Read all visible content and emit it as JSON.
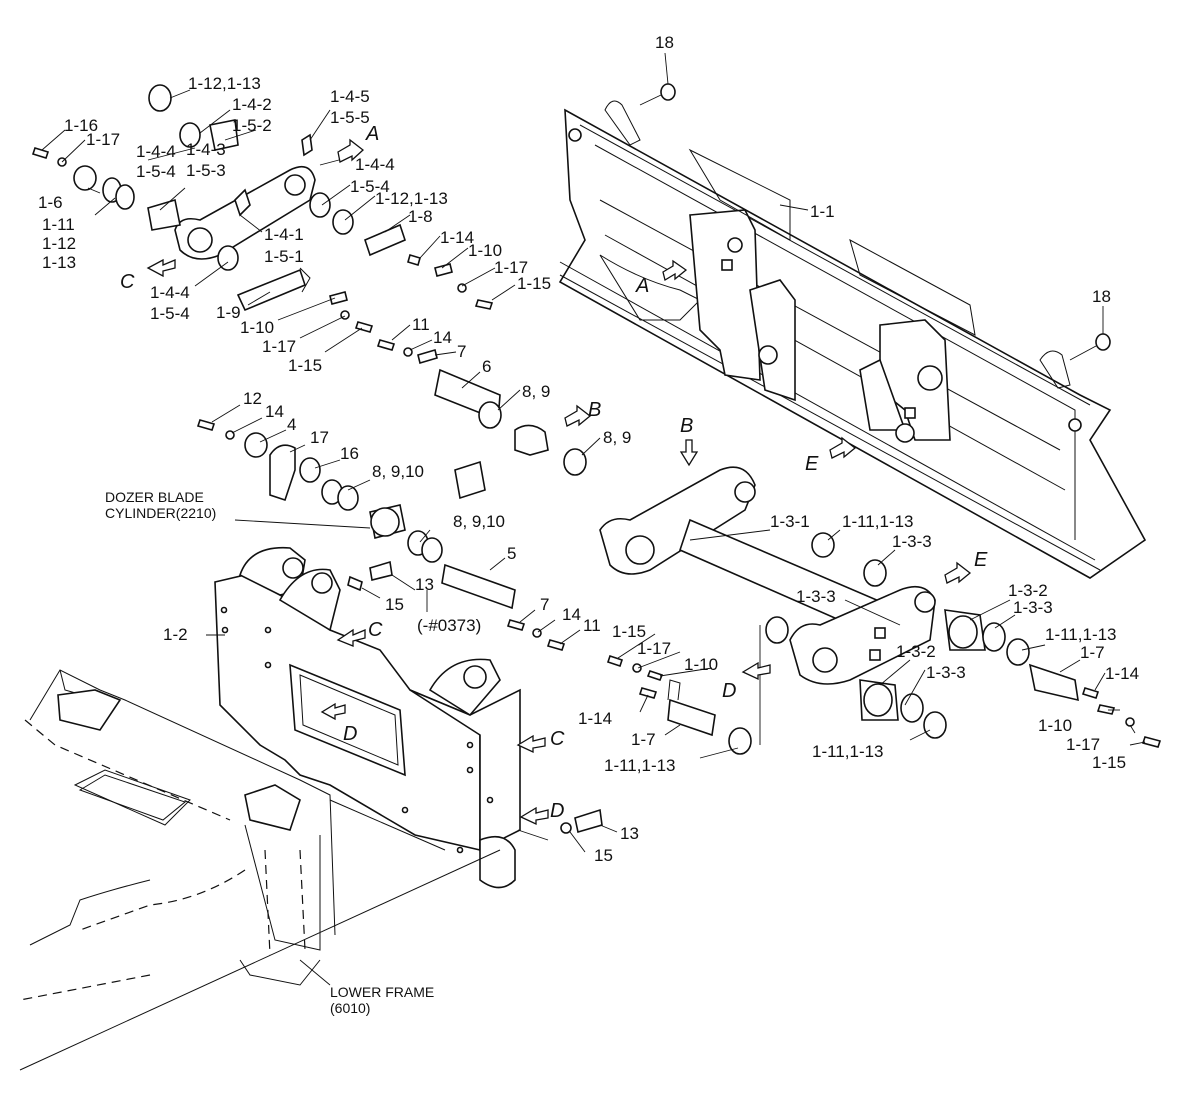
{
  "labels": {
    "l18a": "18",
    "l18b": "18",
    "l1_1": "1-1",
    "l1_2": "1-2",
    "l1_12_13a": "1-12,1-13",
    "l1_4_2": "1-4-2",
    "l1_5_2": "1-5-2",
    "l1_4_5": "1-4-5",
    "l1_5_5": "1-5-5",
    "l1_16": "1-16",
    "l1_17a": "1-17",
    "l1_4_4a": "1-4-4",
    "l1_4_3": "1-4-3",
    "l1_5_4a": "1-5-4",
    "l1_5_3": "1-5-3",
    "l1_6": "1-6",
    "l1_11": "1-11",
    "l1_12": "1-12",
    "l1_13": "1-13",
    "l1_4_4b": "1-4-4",
    "l1_5_4b": "1-5-4",
    "l1_12_13b": "1-12,1-13",
    "l1_8": "1-8",
    "l1_4_1": "1-4-1",
    "l1_5_1": "1-5-1",
    "l1_14a": "1-14",
    "l1_10a": "1-10",
    "l1_17b": "1-17",
    "l1_15a": "1-15",
    "l1_4_4c": "1-4-4",
    "l1_5_4c": "1-5-4",
    "l1_9": "1-9",
    "l1_10b": "1-10",
    "l1_17c": "1-17",
    "l1_15b": "1-15",
    "l11a": "11",
    "l14a": "14",
    "l7a": "7",
    "l6": "6",
    "l8_9a": "8, 9",
    "l8_9b": "8, 9",
    "l12": "12",
    "l14b": "14",
    "l4": "4",
    "l17": "17",
    "l16": "16",
    "l8_9_10a": "8, 9,10",
    "l8_9_10b": "8, 9,10",
    "dozer1": "DOZER BLADE",
    "dozer2": "CYLINDER(2210)",
    "l5": "5",
    "l13a": "13",
    "l15c": "15",
    "lserial": "(-#0373)",
    "l7b": "7",
    "l14c": "14",
    "l11b": "11",
    "l1_3_1": "1-3-1",
    "l1_11_13a": "1-11,1-13",
    "l1_3_3a": "1-3-3",
    "l1_3_3b": "1-3-3",
    "l1_3_2a": "1-3-2",
    "l1_3_3c": "1-3-3",
    "l1_11_13b": "1-11,1-13",
    "l1_7a": "1-7",
    "l1_14b": "1-14",
    "l1_15c": "1-15",
    "l1_17d": "1-17",
    "l1_10c": "1-10",
    "l1_14c": "1-14",
    "l1_7b": "1-7",
    "l1_11_13c": "1-11,1-13",
    "l1_3_2b": "1-3-2",
    "l1_3_3d": "1-3-3",
    "l1_11_13d": "1-11,1-13",
    "l1_10d": "1-10",
    "l1_17e": "1-17",
    "l1_15d": "1-15",
    "l13b": "13",
    "l15d": "15",
    "lower1": "LOWER FRAME",
    "lower2": "(6010)"
  },
  "view_markers": {
    "a1": "A",
    "a2": "A",
    "b1": "B",
    "b2": "B",
    "c1": "C",
    "c2": "C",
    "c3": "C",
    "d1": "D",
    "d2": "D",
    "d3": "D",
    "e1": "E",
    "e2": "E"
  }
}
